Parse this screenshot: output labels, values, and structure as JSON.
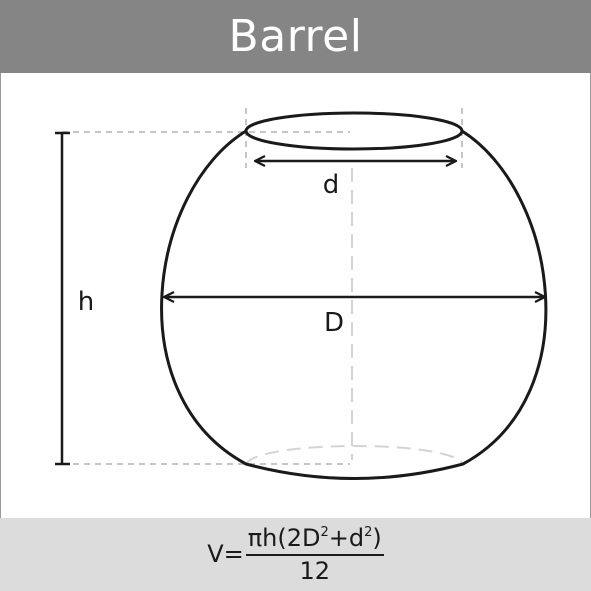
{
  "header": {
    "title": "Barrel"
  },
  "labels": {
    "height": "h",
    "top_diameter": "d",
    "max_diameter": "D"
  },
  "formula": {
    "lhs": "V=",
    "numerator": {
      "part1": "πh(2D",
      "exp1": "2",
      "part2": "+d",
      "exp2": "2",
      "part3": ")"
    },
    "denominator": "12"
  },
  "colors": {
    "header_bg": "#858585",
    "footer_bg": "#dcdcdc",
    "line": "#1a1a1a",
    "dash": "#b3b3b3"
  }
}
